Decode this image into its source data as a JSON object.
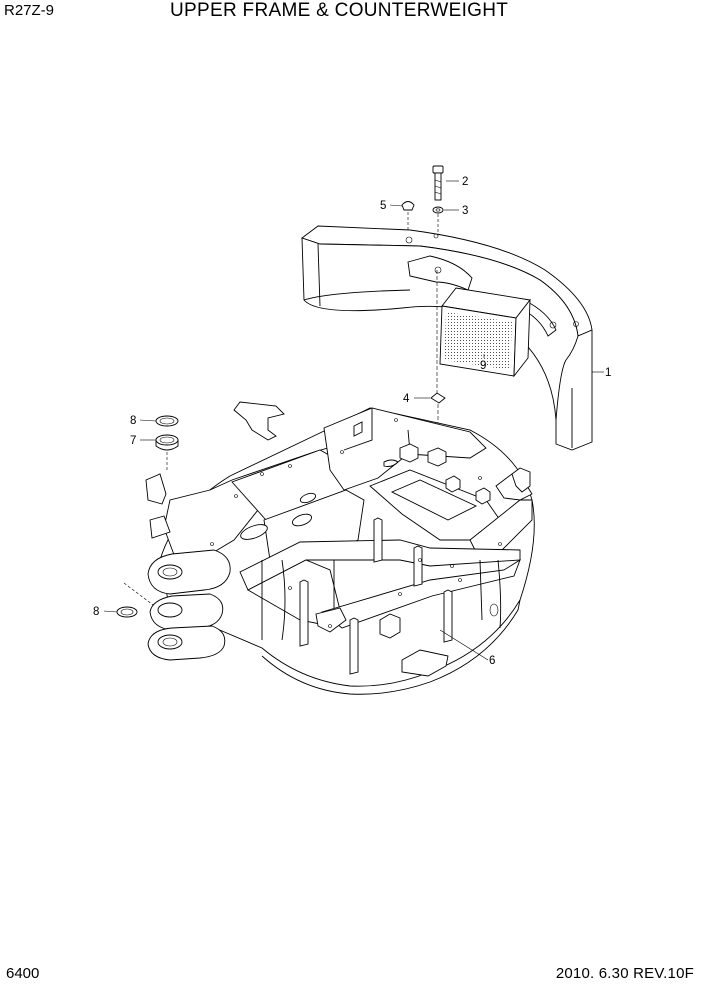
{
  "header": {
    "model": "R27Z-9",
    "title": "UPPER FRAME & COUNTERWEIGHT"
  },
  "footer": {
    "page": "6400",
    "date_rev": "2010. 6.30  REV.10F"
  },
  "callouts": [
    {
      "id": "1",
      "label": "1"
    },
    {
      "id": "2",
      "label": "2"
    },
    {
      "id": "3",
      "label": "3"
    },
    {
      "id": "4",
      "label": "4"
    },
    {
      "id": "5",
      "label": "5"
    },
    {
      "id": "6",
      "label": "6"
    },
    {
      "id": "7",
      "label": "7"
    },
    {
      "id": "8a",
      "label": "8"
    },
    {
      "id": "8b",
      "label": "8"
    },
    {
      "id": "9",
      "label": "9"
    }
  ]
}
